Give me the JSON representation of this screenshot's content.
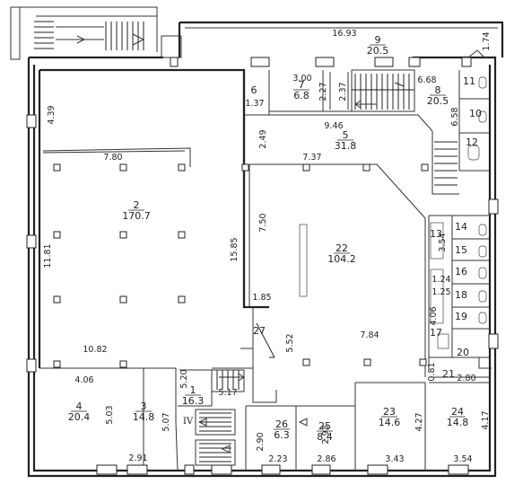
{
  "rooms": [
    {
      "id": "r2",
      "num": "2",
      "area": "170.7"
    },
    {
      "id": "r3",
      "num": "3",
      "area": "14.8"
    },
    {
      "id": "r4",
      "num": "4",
      "area": "20.4"
    },
    {
      "id": "r1",
      "num": "1",
      "area": "16.3"
    },
    {
      "id": "r5",
      "num": "5",
      "area": "31.8"
    },
    {
      "id": "r6",
      "num": "6",
      "area": ""
    },
    {
      "id": "r7",
      "num": "7",
      "area": "6.8"
    },
    {
      "id": "r8",
      "num": "8",
      "area": "20.5"
    },
    {
      "id": "r9",
      "num": "9",
      "area": "20.5"
    },
    {
      "id": "r10",
      "num": "10",
      "area": ""
    },
    {
      "id": "r11",
      "num": "11",
      "area": ""
    },
    {
      "id": "r12",
      "num": "12",
      "area": ""
    },
    {
      "id": "r13",
      "num": "13",
      "area": ""
    },
    {
      "id": "r14",
      "num": "14",
      "area": ""
    },
    {
      "id": "r15",
      "num": "15",
      "area": ""
    },
    {
      "id": "r16",
      "num": "16",
      "area": ""
    },
    {
      "id": "r17",
      "num": "17",
      "area": ""
    },
    {
      "id": "r18",
      "num": "18",
      "area": ""
    },
    {
      "id": "r19",
      "num": "19",
      "area": ""
    },
    {
      "id": "r20",
      "num": "20",
      "area": ""
    },
    {
      "id": "r21",
      "num": "21",
      "area": ""
    },
    {
      "id": "r22",
      "num": "22",
      "area": "104.2"
    },
    {
      "id": "r23",
      "num": "23",
      "area": "14.6"
    },
    {
      "id": "r24",
      "num": "24",
      "area": "14.8"
    },
    {
      "id": "r25",
      "num": "25",
      "area": "8.4"
    },
    {
      "id": "r26",
      "num": "26",
      "area": "6.3"
    },
    {
      "id": "r27",
      "num": "27",
      "area": ""
    }
  ],
  "stair_label": "IV",
  "dimensions": [
    "16.93",
    "1.74",
    "3.00",
    "2.27",
    "2.37",
    "6.68",
    "1.37",
    "9.46",
    "6.58",
    "4.39",
    "7.80",
    "2.49",
    "7.37",
    "7.50",
    "15.85",
    "11.81",
    "3.54",
    "1.24",
    "1.25",
    "4.06",
    "1.85",
    "5.52",
    "7.84",
    "10.82",
    "4.06",
    "5.20",
    "5.17",
    "5.03",
    "5.07",
    "2.90",
    "2.93",
    "4.27",
    "4.17",
    "0.81",
    "2.80",
    "2.91",
    "2.23",
    "2.86",
    "3.43",
    "3.54"
  ]
}
